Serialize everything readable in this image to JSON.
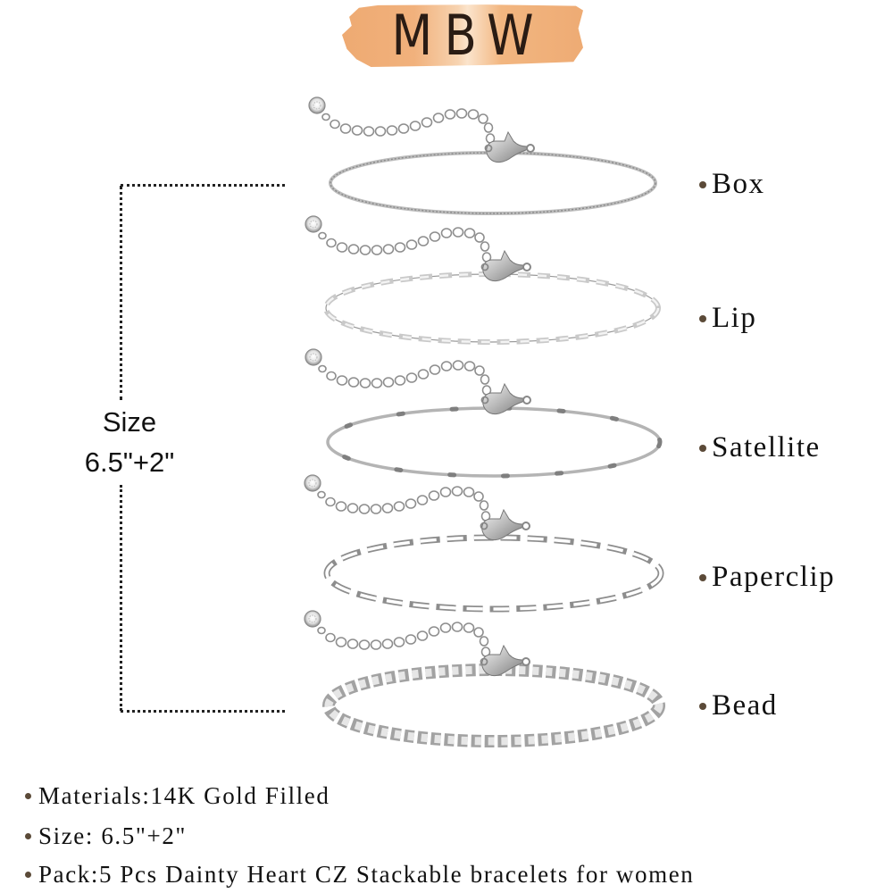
{
  "logo": {
    "text": "MBW",
    "brush_color": "#eeaa72",
    "brush_highlight": "#fbe4cc"
  },
  "size_indicator": {
    "label_line1": "Size",
    "label_line2": "6.5\"+2\""
  },
  "bracelets": [
    {
      "name": "Box",
      "label": "Box",
      "chain_style": "box"
    },
    {
      "name": "Lip",
      "label": "Lip",
      "chain_style": "lip"
    },
    {
      "name": "Satellite",
      "label": "Satellite",
      "chain_style": "satellite"
    },
    {
      "name": "Paperclip",
      "label": "Paperclip",
      "chain_style": "paperclip"
    },
    {
      "name": "Bead",
      "label": "Bead",
      "chain_style": "bead"
    }
  ],
  "features": [
    {
      "text": "Materials:14K Gold Filled"
    },
    {
      "text": "Size: 6.5\"+2\""
    },
    {
      "text": "Pack:5 Pcs Dainty Heart CZ Stackable bracelets for women"
    }
  ],
  "colors": {
    "bullet": "#5b4a38",
    "text": "#111111",
    "silver": "#9a9a9a",
    "silver_light": "#d8d8d8"
  }
}
